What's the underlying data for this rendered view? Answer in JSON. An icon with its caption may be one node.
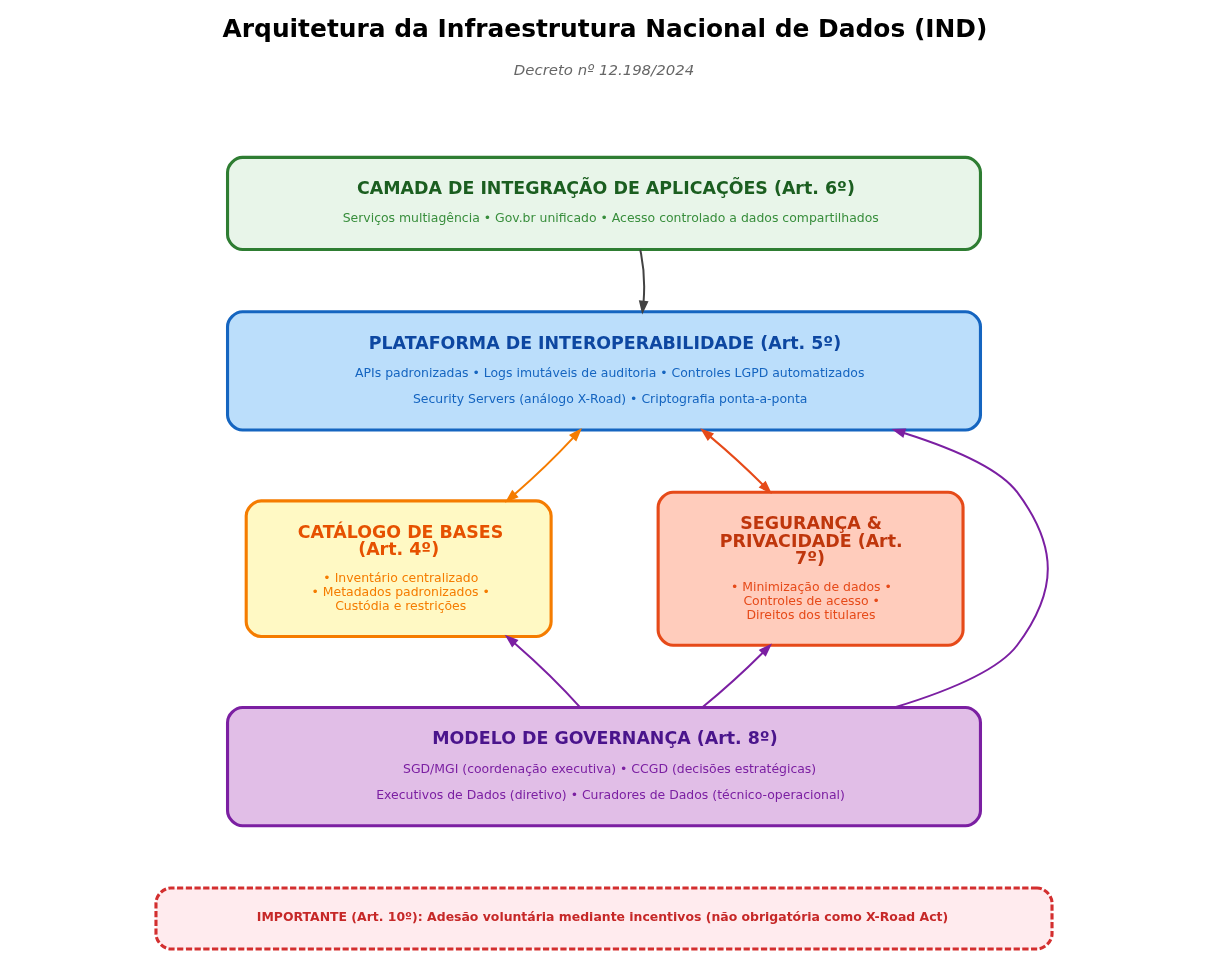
{
  "diagram": {
    "title": "Arquitetura da Infraestrutura Nacional de Dados (IND)",
    "nodes": [
      {
        "text": [
          "CAMADA DE INTEGRAÇÃO DE APLICAÇÕES (Art. 6º)",
          "Serviços multiagência • Gov.br unificado • Acesso controlado a dados compartilhados"
        ]
      },
      {
        "text": [
          "PLATAFORMA DE INTEROPERABILIDADE (Art. 5º)",
          "APIs padronizadas • Logs imutáveis de auditoria • Controles LGPD automatizados",
          "Security Servers (análogo X-Road) • Criptografia ponta-a-ponta"
        ]
      },
      {
        "text": [
          "CATÁLOGO DE BASES (Art. 4º)",
          "• Inventário centralizado • Metadados padronizados • Custódia e restrições"
        ]
      },
      {
        "text": [
          "SEGURANÇA & PRIVACIDADE (Art. 7º)",
          "• Minimização de dados • Controles de acesso • Direitos dos titulares"
        ]
      },
      {
        "text": [
          "MODELO DE GOVERNANÇA (Art. 8º)",
          "SGD/MGI (coordenação executiva) • CCGD (decisões estratégicas)",
          "Executivos de Dados (diretivo) • Curadores de Dados (técnico-operacional)"
        ]
      },
      {
        "text": [
          "IMPORTANTE (Art. 10º): Adesão voluntária mediante incentivos (não obrigatória como X-Road Act)"
        ]
      }
    ],
    "edges": [
      {
        "from": 0,
        "to": 1,
        "arrow": "to",
        "color": "#424242"
      },
      {
        "from": 2,
        "to": 1,
        "arrow": "both",
        "color": "#f57c00"
      },
      {
        "from": 3,
        "to": 1,
        "arrow": "both",
        "color": "#e64a19"
      },
      {
        "from": 4,
        "to": 2,
        "arrow": "to"
      },
      {
        "from": 4,
        "to": 1,
        "arrow": "to"
      },
      {
        "from": 4,
        "to": 3,
        "arrow": "to"
      }
    ],
    "labels": [
      "Decreto nº 12.198/2024"
    ]
  }
}
